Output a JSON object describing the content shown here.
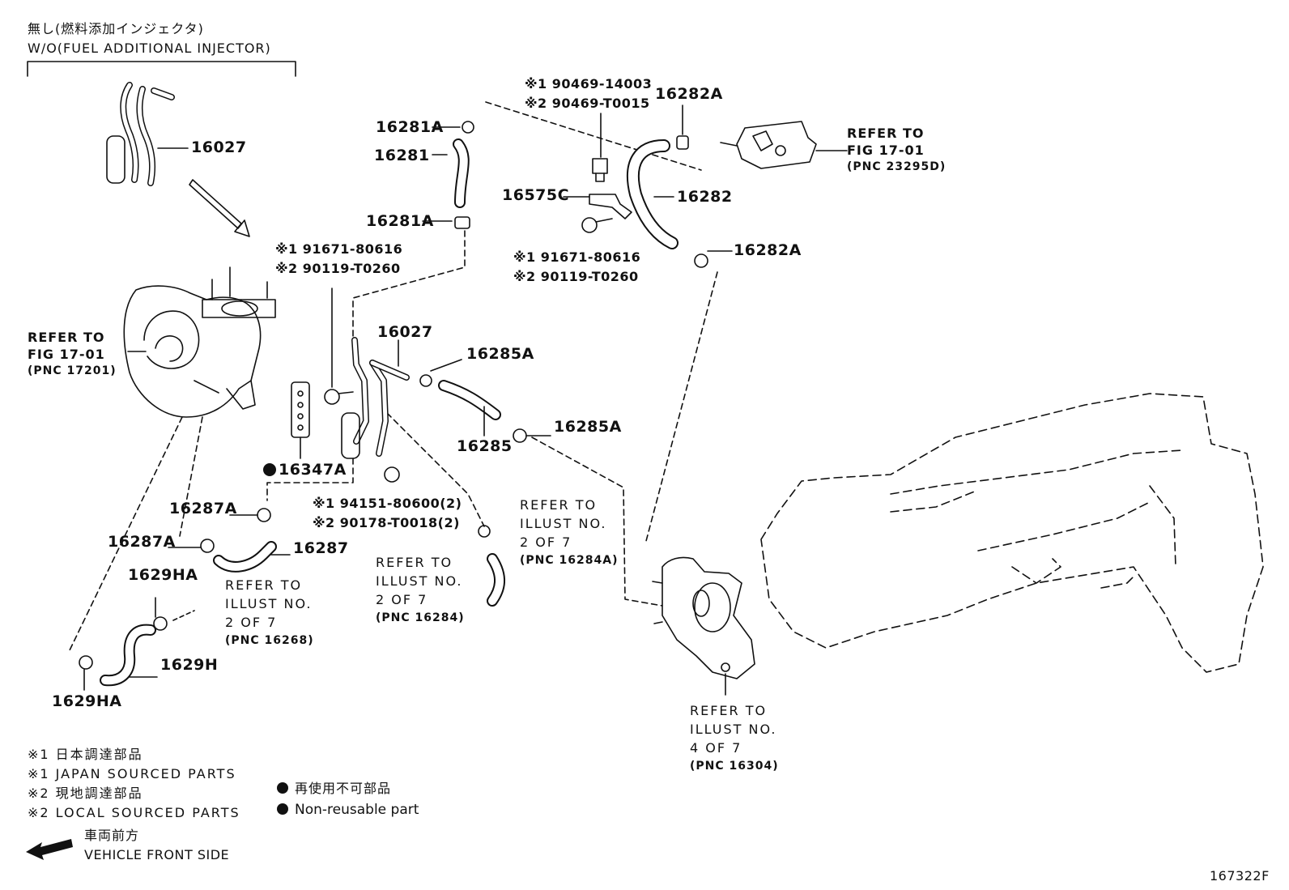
{
  "header": {
    "variant_jp": "無し(燃料添加インジェクタ)",
    "variant_en": "W/O(FUEL ADDITIONAL INJECTOR)"
  },
  "parts": {
    "p16027_top": "16027",
    "p16027_mid": "16027",
    "p16281A_top": "16281A",
    "p16281": "16281",
    "p16281A_bot": "16281A",
    "p16282A_top": "16282A",
    "p16282": "16282",
    "p16282A_right": "16282A",
    "p16575C": "16575C",
    "p16285A_top": "16285A",
    "p16285A_bot": "16285A",
    "p16285": "16285",
    "p16347A": "16347A",
    "p16287A_top": "16287A",
    "p16287A_left": "16287A",
    "p16287": "16287",
    "p1629HA_top": "1629HA",
    "p1629HA_bot": "1629HA",
    "p1629H": "1629H"
  },
  "sourced_numbers": {
    "a1": "※1 90469-14003",
    "a2": "※2 90469-T0015",
    "b1": "※1 91671-80616",
    "b2": "※2 90119-T0260",
    "c1": "※1 91671-80616",
    "c2": "※2 90119-T0260",
    "d1": "※1 94151-80600(2)",
    "d2": "※2 90178-T0018(2)"
  },
  "references": {
    "fig_right": {
      "l1": "REFER TO",
      "l2": "FIG 17-01",
      "pnc": "(PNC 23295D)"
    },
    "fig_left": {
      "l1": "REFER TO",
      "l2": "FIG 17-01",
      "pnc": "(PNC 17201)"
    },
    "illust_16284A": {
      "l1": "REFER TO",
      "l2": "ILLUST NO.",
      "l3": "2 OF 7",
      "pnc": "(PNC 16284A)"
    },
    "illust_16284": {
      "l1": "REFER TO",
      "l2": "ILLUST NO.",
      "l3": "2 OF 7",
      "pnc": "(PNC 16284)"
    },
    "illust_16268": {
      "l1": "REFER TO",
      "l2": "ILLUST NO.",
      "l3": "2 OF 7",
      "pnc": "(PNC 16268)"
    },
    "illust_16304": {
      "l1": "REFER TO",
      "l2": "ILLUST NO.",
      "l3": "4 OF 7",
      "pnc": "(PNC 16304)"
    }
  },
  "legend": {
    "jp1": "※1 日本調達部品",
    "en1": "※1 JAPAN SOURCED PARTS",
    "jp2": "※2 現地調達部品",
    "en2": "※2 LOCAL SOURCED PARTS",
    "nonreuse_jp": "再使用不可部品",
    "nonreuse_en": "Non-reusable part"
  },
  "front": {
    "jp": "車両前方",
    "en": "VEHICLE FRONT SIDE"
  },
  "figure_id": "167322F",
  "colors": {
    "ink": "#111111",
    "paper": "#ffffff"
  }
}
